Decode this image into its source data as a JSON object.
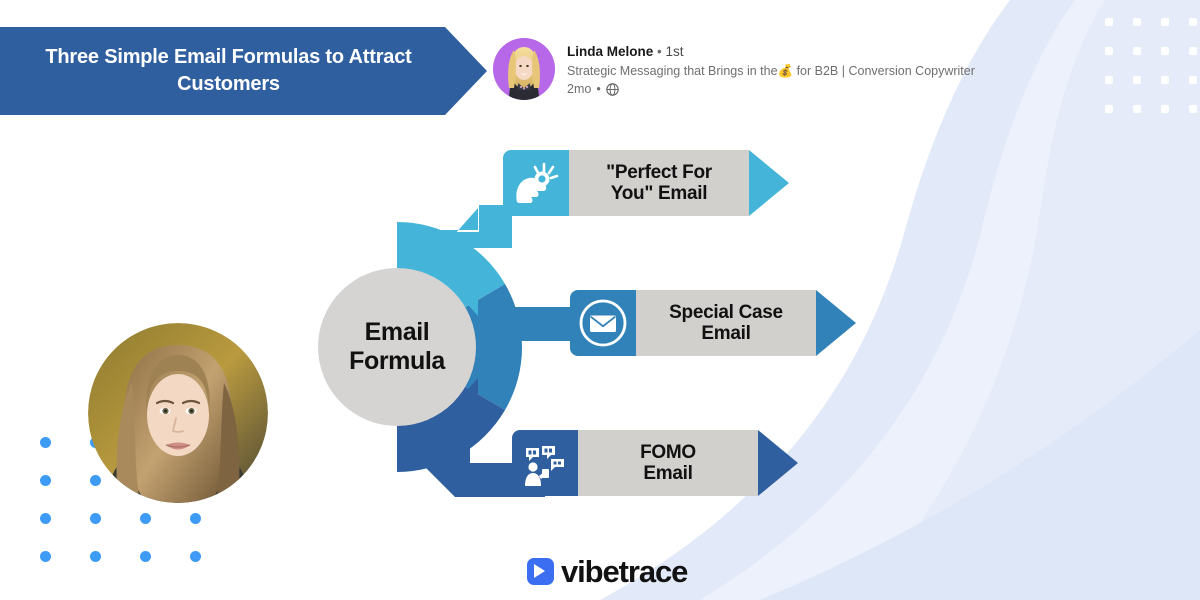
{
  "banner": {
    "title": "Three Simple Email Formulas to Attract Customers",
    "background_color": "#2f5f9e"
  },
  "linkedin_post": {
    "author_name": "Linda Melone",
    "separator": "•",
    "connection_degree": "1st",
    "tagline_before_emoji": "Strategic Messaging that Brings in the",
    "tagline_emoji": "💰",
    "tagline_after_emoji": " for B2B | Conversion Copywriter",
    "time_ago": "2mo",
    "time_separator": "•",
    "visibility_icon": "globe-icon",
    "avatar_icon": "avatar"
  },
  "diagram": {
    "hub_label_line1": "Email",
    "hub_label_line2": "Formula",
    "hub_color": "#d6d4d2",
    "label_panel_color": "#d2d0cd",
    "items": [
      {
        "label_line1": "\"Perfect For",
        "label_line2": "You\" Email",
        "color": "#44b5d8",
        "icon": "pointing-hand-icon"
      },
      {
        "label_line1": "Special Case",
        "label_line2": "Email",
        "color": "#3182b8",
        "icon": "envelope-circle-icon"
      },
      {
        "label_line1": "FOMO",
        "label_line2": "Email",
        "color": "#2f5f9e",
        "icon": "person-speech-bubbles-icon"
      }
    ]
  },
  "footer": {
    "brand_name": "vibetrace",
    "brand_mark_color": "#3b6ef0"
  },
  "decor": {
    "left_dot_color": "#3d9bf5",
    "right_dot_color": "#ffffff",
    "background_curve_color": "#dfe7f7"
  }
}
